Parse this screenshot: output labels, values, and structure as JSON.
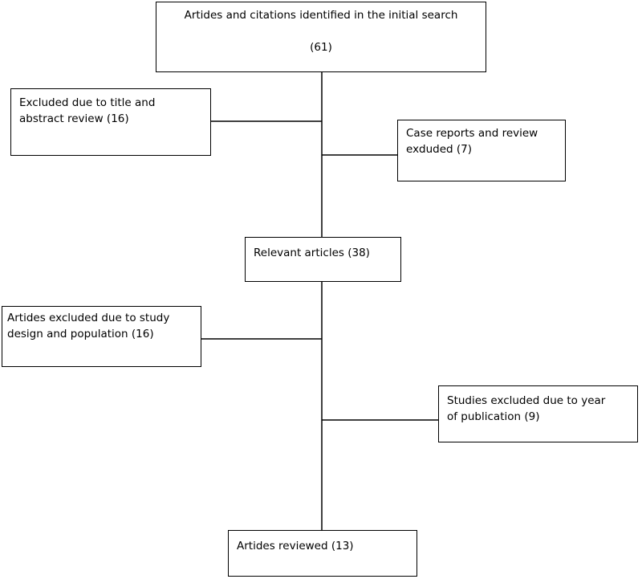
{
  "diagram": {
    "boxes": {
      "initial": {
        "text": "Artides and citations identified in the initial search",
        "count": "(61)"
      },
      "title_abstract": {
        "line1": "Excluded due to title and",
        "line2": "abstract review (16)"
      },
      "case_reports": {
        "line1": "Case reports and review",
        "line2": "exduded (7)"
      },
      "relevant": {
        "text": "Relevant articles (38)"
      },
      "study_design": {
        "line1": "Artides excluded due to study",
        "line2": "design and population (16)"
      },
      "year": {
        "line1": "Studies excluded due to year",
        "line2": "of publication (9)"
      },
      "reviewed": {
        "text": "Artides reviewed (13)"
      }
    },
    "colors": {
      "stroke": "#000000",
      "background": "#ffffff"
    }
  }
}
